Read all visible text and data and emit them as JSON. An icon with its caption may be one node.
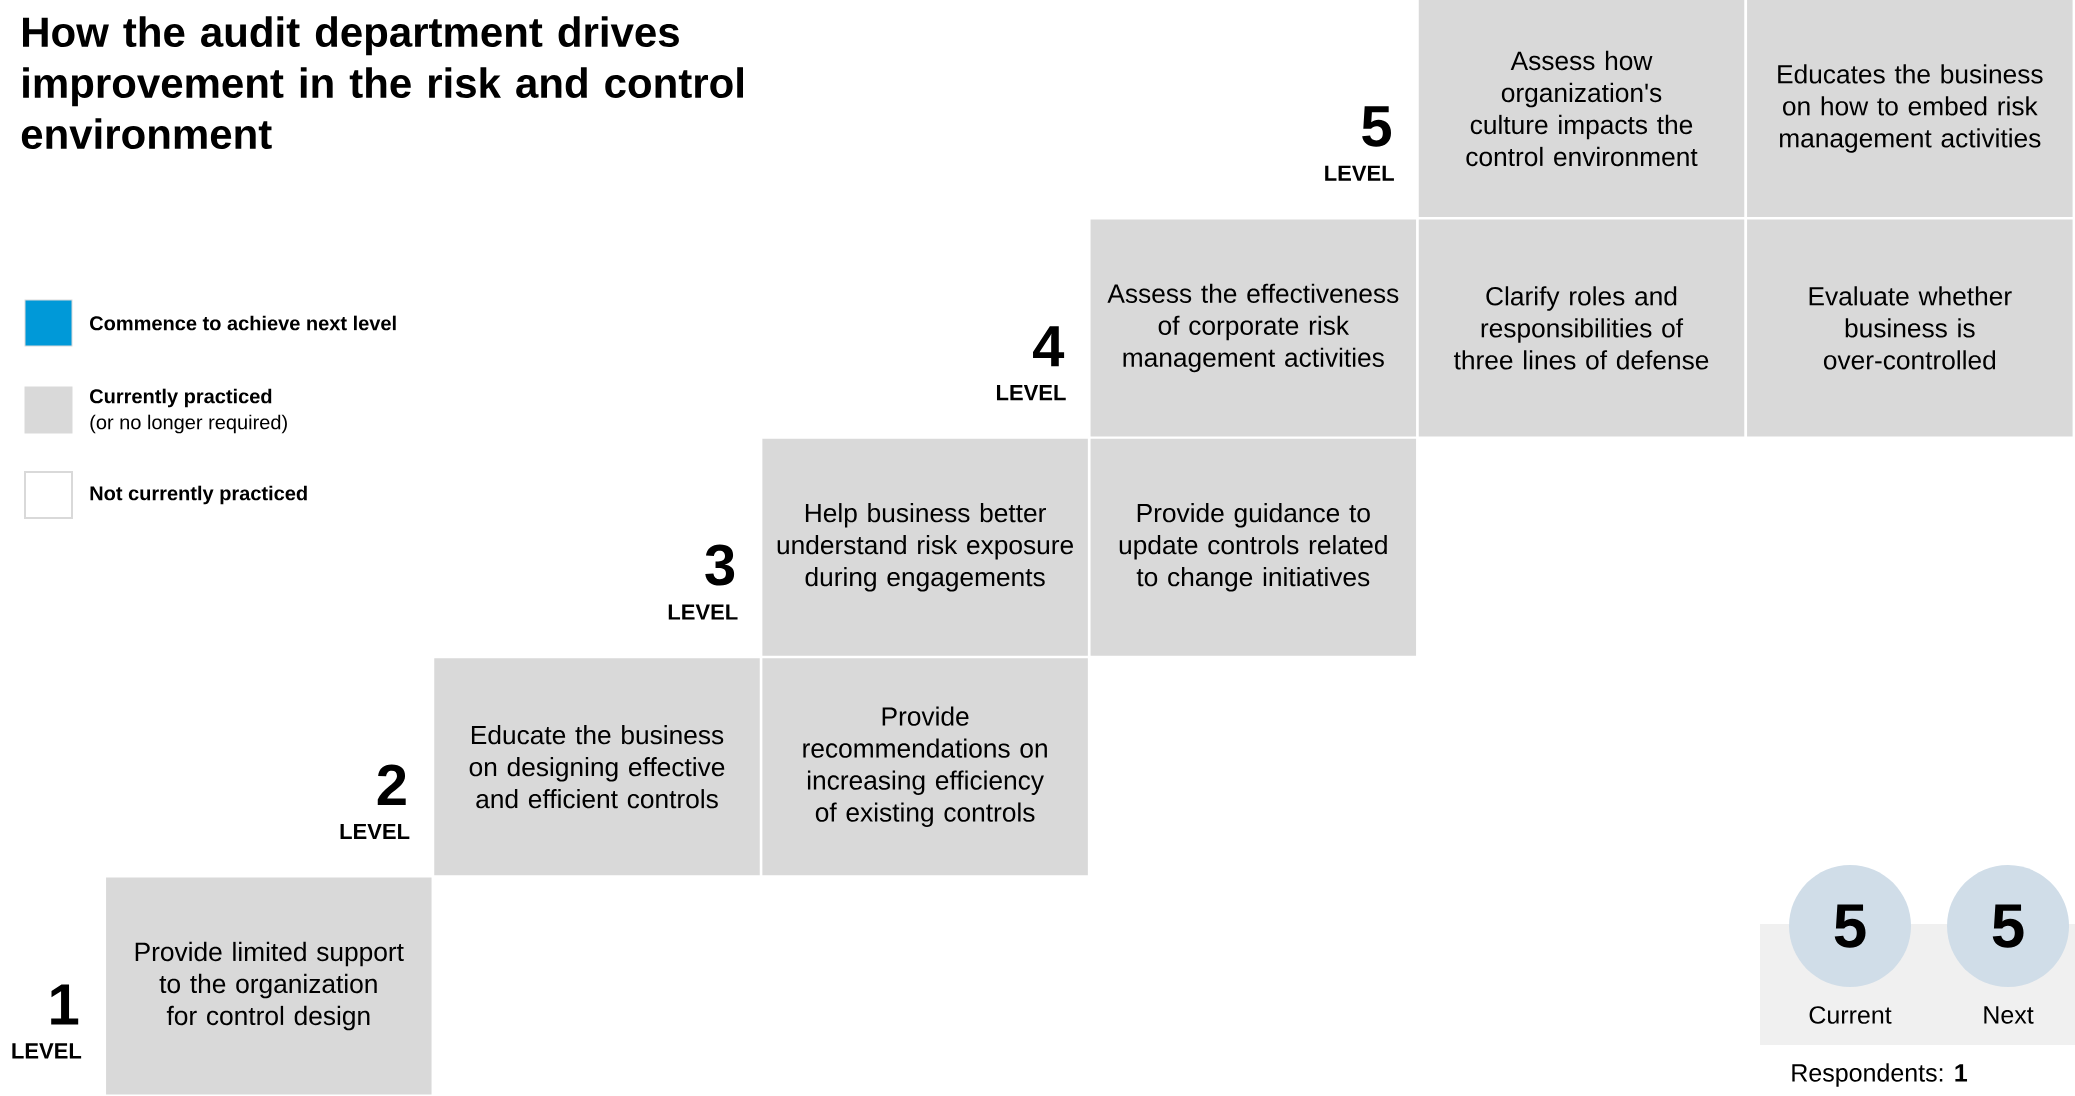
{
  "diagram": {
    "title": "How the audit department drives improvement in the risk and control environment",
    "nodes": [
      {
        "text": [
          "Assess how organization's culture impacts the control environment"
        ]
      },
      {
        "text": [
          "Educates the business on how to embed risk management activities"
        ]
      },
      {
        "text": [
          "Assess the effectiveness of corporate risk management activities"
        ]
      },
      {
        "text": [
          "Clarify roles and responsibilities of three lines of defense"
        ]
      },
      {
        "text": [
          "Evaluate whether business is over-controlled"
        ]
      },
      {
        "text": [
          "Help business better understand risk exposure during engagements"
        ]
      },
      {
        "text": [
          "Provide guidance to update controls related to change initiatives"
        ]
      },
      {
        "text": [
          "Educate the business on designing effective and efficient controls"
        ]
      },
      {
        "text": [
          "Provide recommendations on increasing efficiency of existing controls"
        ]
      },
      {
        "text": [
          "Provide limited support to the organization for control design"
        ]
      },
      {
        "text": [
          "5"
        ],
        "beside": [
          "Current"
        ]
      },
      {
        "text": [
          "5"
        ],
        "beside": [
          "Next"
        ]
      }
    ],
    "labels": [
      "5",
      "LEVEL",
      "4",
      "LEVEL",
      "(or no longer required)",
      "3",
      "LEVEL",
      "2",
      "LEVEL",
      "1",
      "LEVEL",
      "Respondents: **1**"
    ],
    "legend": [
      {
        "text": "Commence to achieve next level",
        "color": "#0099d8"
      },
      {
        "text": "Currently practiced",
        "color": "#d9d9d9"
      },
      {
        "text": "Not currently practiced"
      }
    ]
  }
}
